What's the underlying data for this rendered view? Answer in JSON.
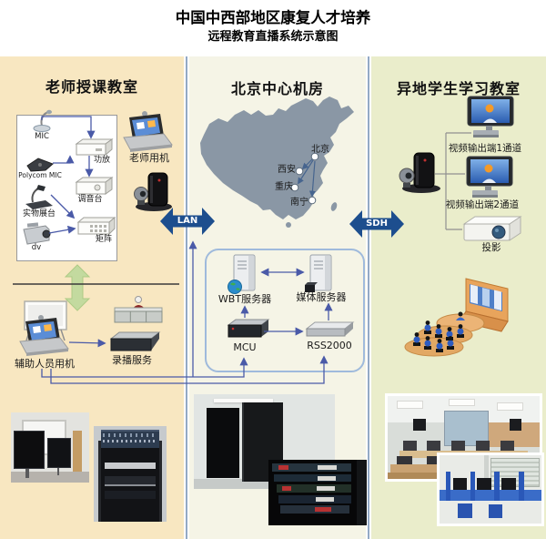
{
  "title": "中国中西部地区康复人才培养",
  "subtitle": "远程教育直播系统示意图",
  "links": {
    "lan": "LAN",
    "sdh": "SDH"
  },
  "teacher_room": {
    "header": "老师授课教室",
    "mic": "MIC",
    "polycom": "Polycom MIC",
    "doc_cam": "实物展台",
    "dv": "dv",
    "amp": "功放",
    "mixer": "调音台",
    "matrix": "矩阵",
    "teacher_pc": "老师用机",
    "assistant_pc": "辅助人员用机",
    "recording": "录播服务"
  },
  "center_room": {
    "header": "北京中心机房",
    "cities": [
      "北京",
      "西安",
      "重庆",
      "南宁"
    ],
    "wbt": "WBT服务器",
    "media": "媒体服务器",
    "mcu": "MCU",
    "rss": "RSS2000"
  },
  "student_room": {
    "header": "异地学生学习教室",
    "output1": "视频输出端1通道",
    "output2": "视频输出端2通道",
    "projector": "投影"
  },
  "colors": {
    "teacher_bg": "#F8E7C1",
    "center_bg": "#F5F4E6",
    "student_bg": "#EAEDCB",
    "link_arrow": "#1D4E8E",
    "connector": "#4A5AA8",
    "map": "#8A97A5",
    "sync_arrow": "#C3DA9F"
  },
  "icons": [
    "mic-icon",
    "polycom-mic-icon",
    "doc-camera-icon",
    "dv-camera-icon",
    "amplifier-icon",
    "mixer-icon",
    "matrix-icon",
    "teacher-laptop-icon",
    "teacher-codec-icon",
    "projection-screen-icon",
    "podium-icon",
    "assistant-laptop-icon",
    "recorder-icon",
    "china-map-icon",
    "city-dot-icon",
    "wbt-server-icon",
    "media-server-icon",
    "mcu-icon",
    "rss2000-icon",
    "student-codec-icon",
    "video-monitor-icon",
    "projector-icon",
    "classroom-illustration-icon",
    "lan-arrow-icon",
    "sdh-arrow-icon",
    "sync-arrow-icon"
  ]
}
